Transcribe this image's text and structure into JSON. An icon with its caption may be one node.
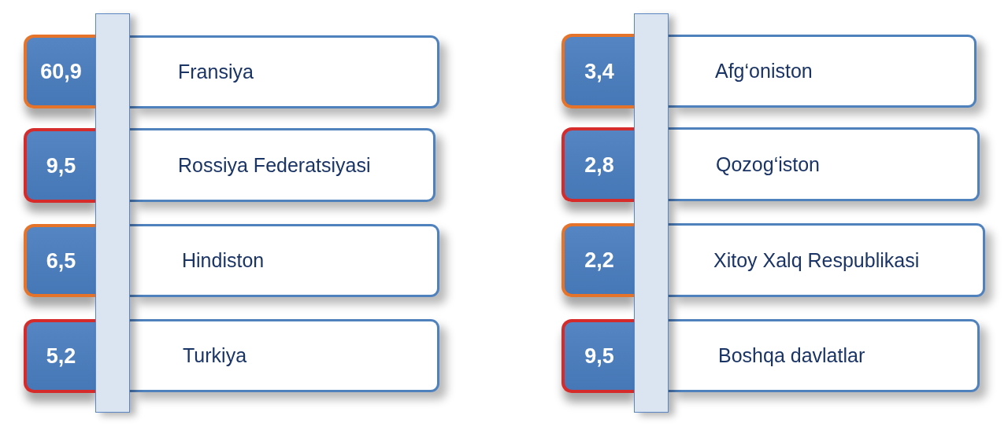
{
  "diagram": {
    "nodes": [
      {
        "text": [],
        "shape": "bar"
      },
      {
        "text": [
          "60,9"
        ]
      },
      {
        "text": [
          "Fransiya"
        ]
      },
      {
        "text": [
          "9,5"
        ]
      },
      {
        "text": [
          "Rossiya Federatsiyasi"
        ]
      },
      {
        "text": [
          "6,5"
        ]
      },
      {
        "text": [
          "Hindiston"
        ]
      },
      {
        "text": [
          "5,2"
        ]
      },
      {
        "text": [
          "Turkiya"
        ]
      },
      {
        "text": [],
        "shape": "bar"
      },
      {
        "text": [
          "3,4"
        ]
      },
      {
        "text": [
          "Afg‘oniston"
        ]
      },
      {
        "text": [
          "2,8"
        ]
      },
      {
        "text": [
          "Qozog‘iston"
        ]
      },
      {
        "text": [
          "2,2"
        ]
      },
      {
        "text": [
          "Xitoy Xalq Respublikasi"
        ]
      },
      {
        "text": [
          "9,5"
        ]
      },
      {
        "text": [
          "Boshqa davlatlar"
        ]
      }
    ]
  }
}
